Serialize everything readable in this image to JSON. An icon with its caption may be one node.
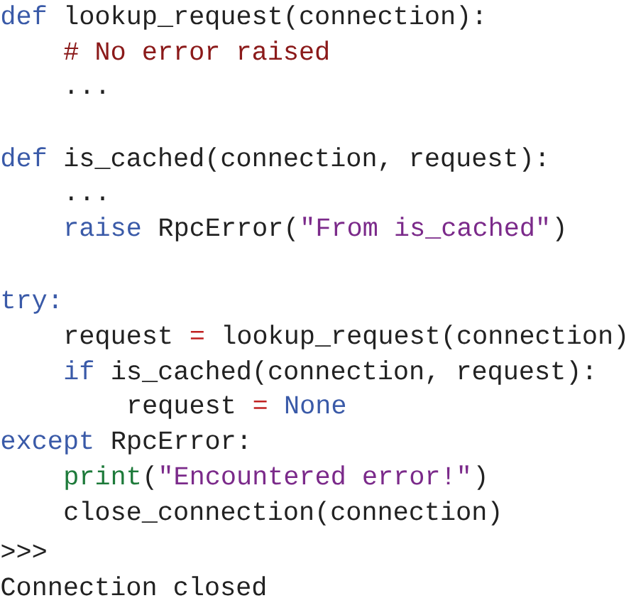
{
  "diagram": {
    "labels": [
      "def",
      "lookup_request(connection):",
      "# No error raised",
      "...",
      "def",
      "is_cached(connection, request):",
      "...",
      "raise",
      "RpcError(",
      "\"From is_cached\"",
      ")",
      "try:",
      "request",
      "=",
      "lookup_request(connection)",
      "if",
      "is_cached(connection, request):",
      "request",
      "=",
      "None",
      "except",
      "RpcError:",
      "print",
      "(",
      "\"Encountered error!\"",
      ")",
      "close_connection(connection)",
      ">>>",
      "Connection closed"
    ]
  }
}
